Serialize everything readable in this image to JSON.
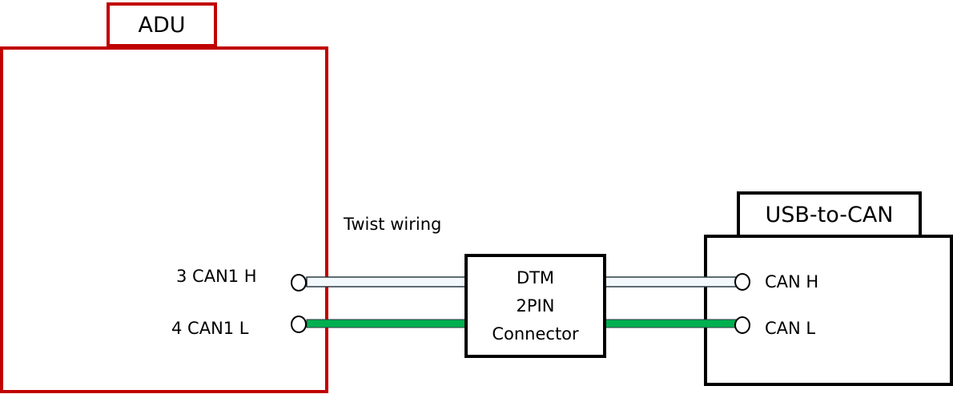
{
  "adu": {
    "title": "ADU",
    "border_color": "#c00000"
  },
  "usb_to_can": {
    "title": "USB-to-CAN",
    "border_color": "#000000"
  },
  "connector": {
    "line1": "DTM",
    "line2": "2PIN",
    "line3": "Connector"
  },
  "wiring": {
    "label": "Twist wiring"
  },
  "adu_pins": {
    "can_high": "3 CAN1 H",
    "can_low": "4 CAN1 L"
  },
  "usb_pins": {
    "can_high": "CAN H",
    "can_low": "CAN L"
  },
  "colors": {
    "can_high_wire": "#f2f8fb",
    "can_low_wire": "#00b050",
    "wire_outline": "#2c3a44"
  }
}
